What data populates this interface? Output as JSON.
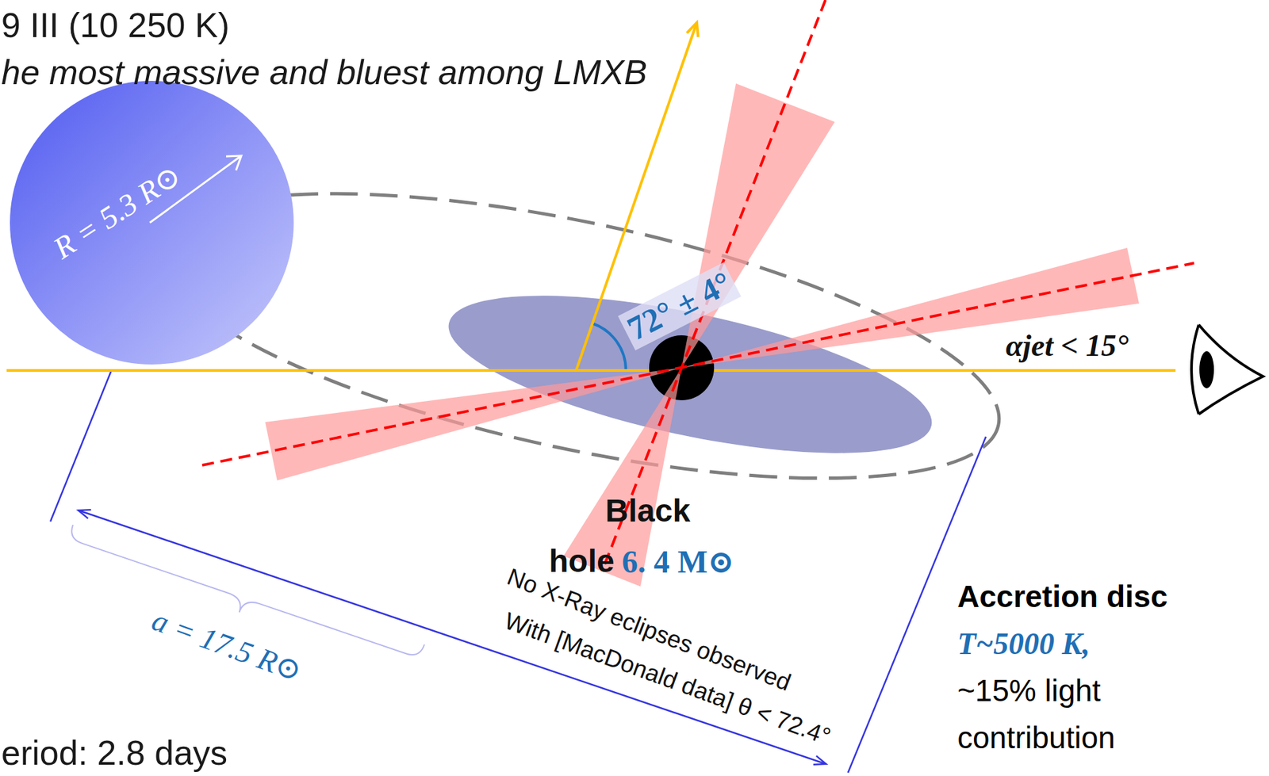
{
  "diagram": {
    "nodes": [
      {
        "text": [
          "R = 5.3 R⊙"
        ]
      }
    ],
    "labels": [
      "9 III (10 250 K)",
      "he most massive and bluest among LMXB",
      "72° ± 4°",
      "αjet < 15°",
      "Black hole",
      "6. 4 M⊙",
      "No X-Ray eclipses observed",
      "With [MacDonald data] θ < 72.4°",
      "a = 17.5 R⊙",
      "eriod: 2.8 days",
      "Accretion disc",
      "T~5000 K,",
      "~15% light contribution"
    ]
  }
}
